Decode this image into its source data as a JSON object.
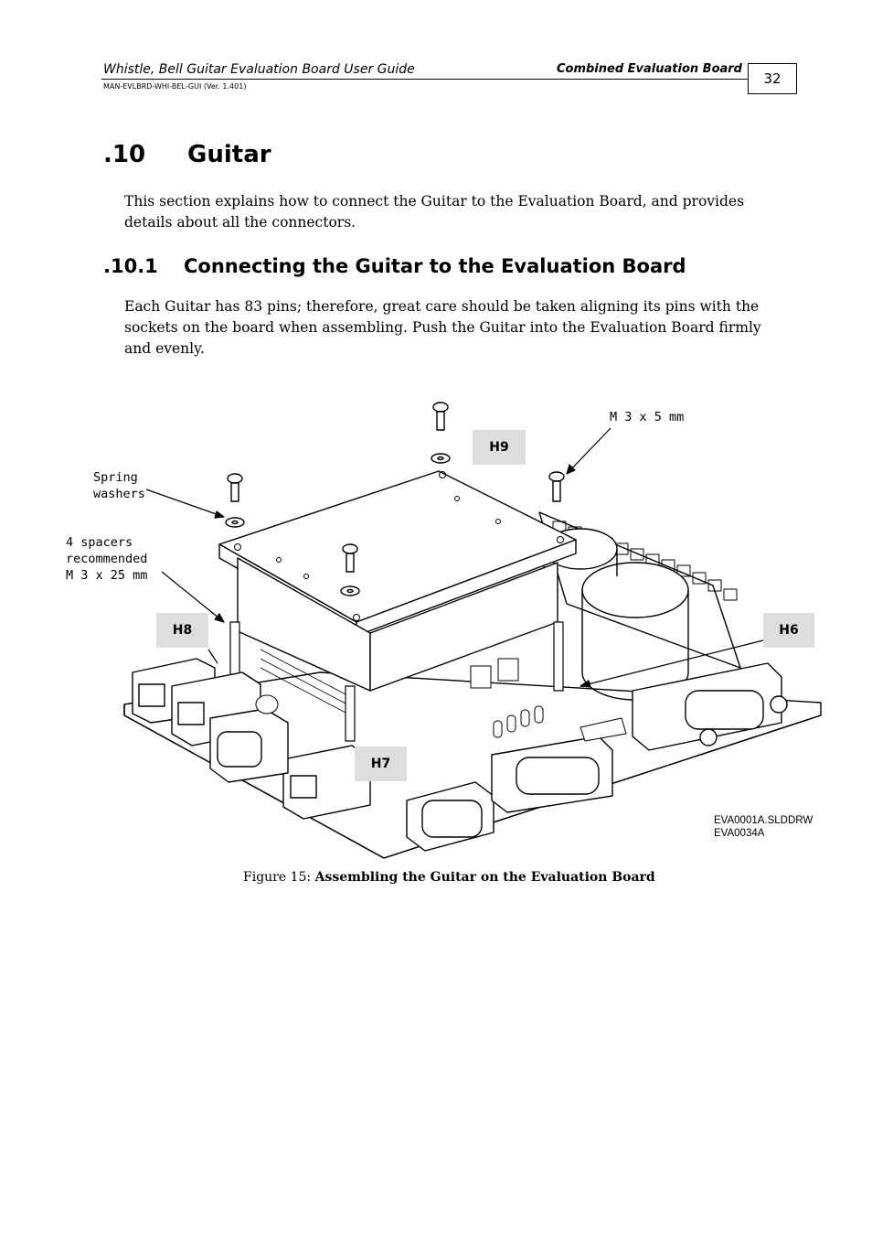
{
  "header": {
    "title": "Whistle, Bell Guitar Evaluation Board User Guide",
    "doc_id": "MAN-EVLBRD-WHI-BEL-GUI (Ver. 1.401)",
    "section": "Combined Evaluation Board",
    "page_number": "32"
  },
  "section": {
    "number": ".10",
    "title": "Guitar",
    "intro": "This section explains how to connect the Guitar to the Evaluation Board, and provides details about all the connectors."
  },
  "subsection": {
    "number": ".10.1",
    "title": "Connecting the Guitar to the Evaluation Board",
    "body": "Each Guitar has 83 pins; therefore, great care should be taken aligning its pins with the sockets on the board when assembling. Push the Guitar into the Evaluation Board firmly and evenly."
  },
  "figure": {
    "labels": {
      "screw": "M 3 x 5 mm",
      "washers_line1": "Spring",
      "washers_line2": "washers",
      "spacers_line1": "4 spacers",
      "spacers_line2": "recommended",
      "spacers_line3": "M 3 x 25 mm"
    },
    "holes": {
      "h9": "H9",
      "h8": "H8",
      "h7": "H7",
      "h6": "H6"
    },
    "drawing_refs": {
      "ref1": "EVA0001A.SLDDRW",
      "ref2": "EVA0034A"
    },
    "caption_prefix": "Figure 15:",
    "caption_title": "Assembling the Guitar on the Evaluation Board"
  }
}
